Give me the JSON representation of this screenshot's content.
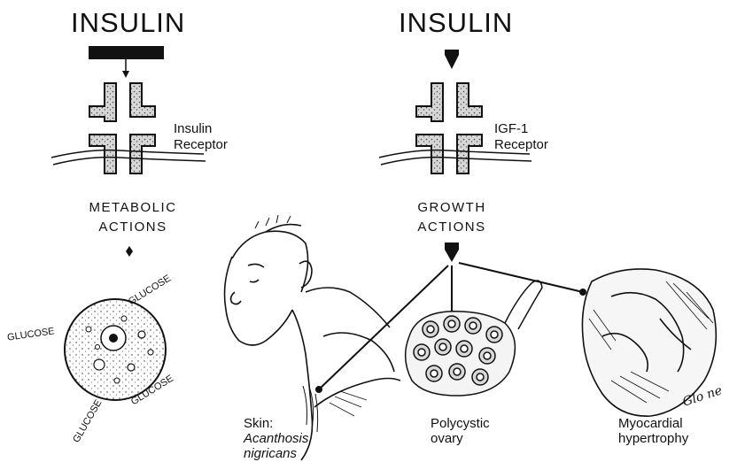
{
  "left_panel": {
    "title": "INSULIN",
    "receptor_label_line1": "Insulin",
    "receptor_label_line2": "Receptor",
    "action_line1": "METABOLIC",
    "action_line2": "ACTIONS",
    "glucose_labels": [
      "GLUCOSE",
      "GLUCOSE",
      "GLUCOSE",
      "GLUCOSE"
    ]
  },
  "right_panel": {
    "title": "INSULIN",
    "receptor_label_line1": "IGF-1",
    "receptor_label_line2": "Receptor",
    "action_line1": "GROWTH",
    "action_line2": "ACTIONS"
  },
  "outcomes": {
    "skin_line1": "Skin:",
    "skin_line2": "Acanthosis",
    "skin_line3": "nigricans",
    "ovary_line1": "Polycystic",
    "ovary_line2": "ovary",
    "heart_line1": "Myocardial",
    "heart_line2": "hypertrophy"
  },
  "signature": "Glo ne"
}
